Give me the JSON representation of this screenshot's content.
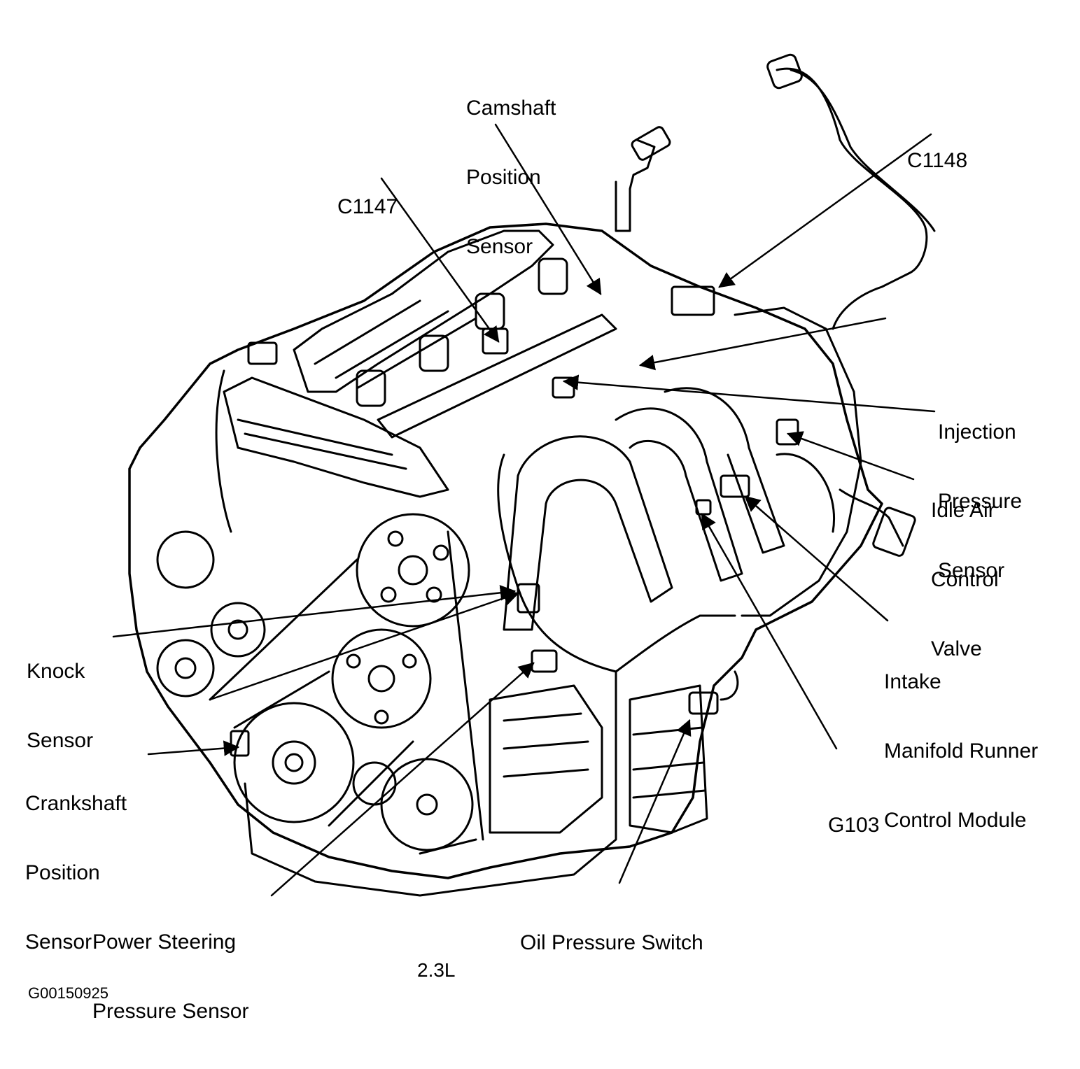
{
  "callouts": {
    "camshaft_position_sensor": [
      "Camshaft",
      "Position",
      "Sensor"
    ],
    "c1147": [
      "C1147"
    ],
    "c1148": [
      "C1148"
    ],
    "injection_pressure_sensor": [
      "Injection",
      "Pressure",
      "Sensor"
    ],
    "idle_air_control_valve": [
      "Idle Air",
      "Control",
      "Valve"
    ],
    "intake_manifold_runner_control_module": [
      "Intake",
      "Manifold Runner",
      "Control Module"
    ],
    "g103": [
      "G103"
    ],
    "knock_sensor": [
      "Knock",
      "Sensor"
    ],
    "crankshaft_position_sensor": [
      "Crankshaft",
      "Position",
      "Sensor"
    ],
    "power_steering_pressure_sensor": [
      "Power Steering",
      "Pressure Sensor"
    ],
    "oil_pressure_switch": [
      "Oil Pressure Switch"
    ]
  },
  "engine_label": "2.3L",
  "figure_id": "G00150925",
  "colors": {
    "ink": "#000000",
    "paper": "#ffffff"
  }
}
